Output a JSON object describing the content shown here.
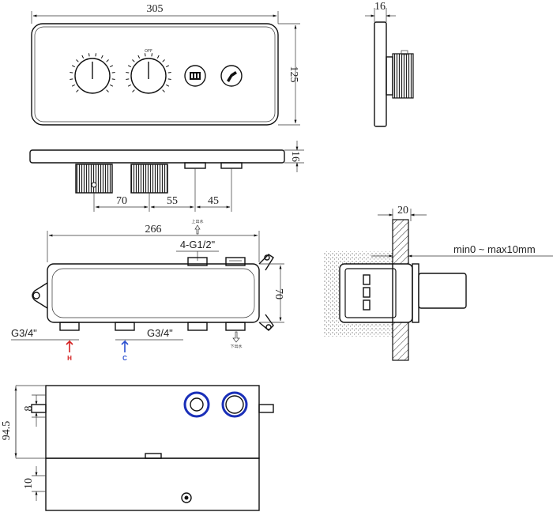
{
  "dimensions": {
    "front_width": "305",
    "front_height": "125",
    "side_depth": "16",
    "top_depth": "16",
    "knob_spacing": "70",
    "knob_to_port": "55",
    "port_spacing": "45",
    "body_width": "266",
    "body_height": "70",
    "wall_thickness": "20",
    "bottom_offset_top": "8",
    "bottom_height": "94.5",
    "bottom_offset_bottom": "10"
  },
  "labels": {
    "outlet_thread": "4-G1/2\"",
    "inlet_hot_thread": "G3/4\"",
    "inlet_cold_thread": "G3/4\"",
    "hot_mark": "H",
    "cold_mark": "C",
    "mount_range": "min0 ~ max10mm",
    "upper_outlet": "上出水",
    "lower_outlet": "下出水",
    "off_mark_left": "",
    "off_mark_right": "OFF"
  },
  "colors": {
    "hot": "#d42020",
    "cold": "#2a4fd0",
    "highlight_ring": "#1a2fb8",
    "line": "#111111"
  },
  "icons": [
    "bath-spout-icon",
    "hand-shower-icon"
  ]
}
